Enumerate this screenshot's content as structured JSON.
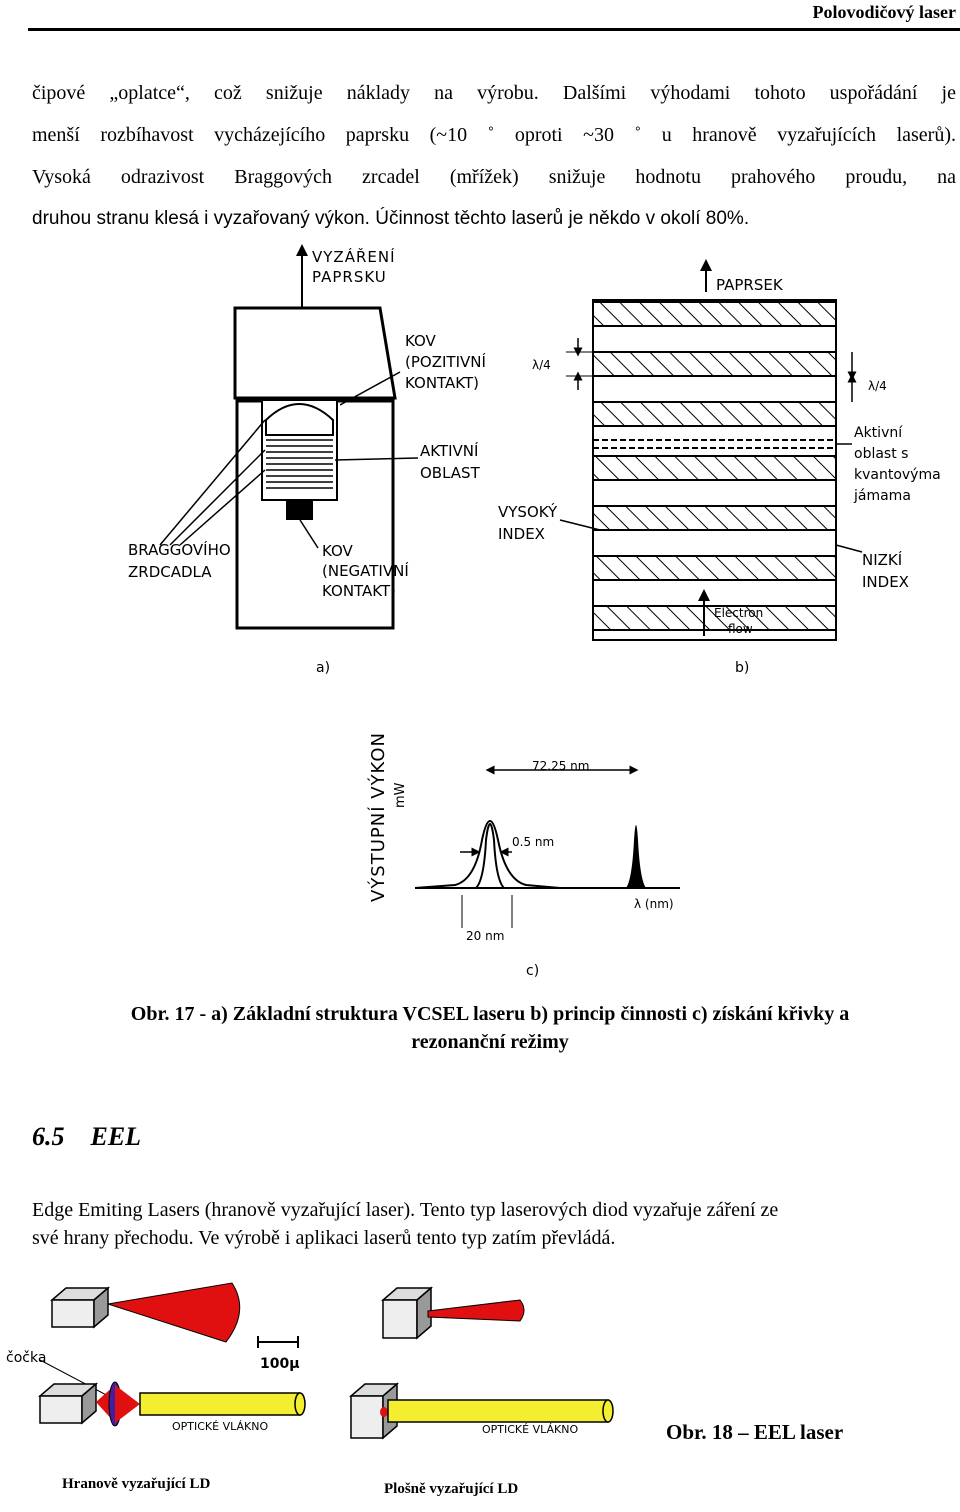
{
  "header": {
    "title": "Polovodičový laser"
  },
  "intro": {
    "lines": [
      "čipové „oplatce“, což snižuje náklady na výrobu. Dalšími výhodami tohoto uspořádání je",
      "menší rozbíhavost vycházejícího paprsku (~10 ˚ oproti ~30 ˚ u hranově vyzařujících laserů).",
      "Vysoká odrazivost Braggových zrcadel (mřížek) snižuje hodnotu prahového proudu, na",
      "druhou stranu klesá i vyzařovaný výkon. Účinnost těchto laserů je někdo v okolí 80%."
    ]
  },
  "fig17": {
    "a": {
      "beam_label_1": "VYZÁŘENÍ",
      "beam_label_2": "PAPRSKU",
      "metal_pos_1": "KOV",
      "metal_pos_2": "(POZITIVNÍ",
      "metal_pos_3": "KONTAKT)",
      "active_1": "AKTIVNÍ",
      "active_2": "OBLAST",
      "bragg_1": "BRAGGOVÍHO",
      "bragg_2": "ZRDCADLA",
      "metal_neg_1": "KOV",
      "metal_neg_2": "(NEGATIVNÍ",
      "metal_neg_3": "KONTAKT)",
      "panel": "a)"
    },
    "b": {
      "beam": "PAPRSEK",
      "lambda_left": "λ/4",
      "lambda_right": "λ/4",
      "active_1": "Aktivní",
      "active_2": "oblast s",
      "active_3": "kvantovýma",
      "active_4": "jámama",
      "high_1": "VYSOKÝ",
      "high_2": "INDEX",
      "low_1": "NIZKÍ",
      "low_2": "INDEX",
      "electron_1": "Electron",
      "electron_2": "flow",
      "panel": "b)"
    },
    "c": {
      "ylabel_1": "VÝSTUPNÍ VÝKON",
      "ylabel_2": "mW",
      "spacing": "72.25 nm",
      "width_narrow": "0.5 nm",
      "xlabel": "λ (nm)",
      "width_wide": "20 nm",
      "panel": "c)"
    },
    "caption_1": "Obr. 17 - a) Základní struktura VCSEL laseru b) princip činnosti c) získání křivky a",
    "caption_2": "rezonanční režimy"
  },
  "section": {
    "number": "6.5",
    "title": "EEL"
  },
  "eel": {
    "line1": "Edge Emiting Lasers (hranově vyzařující laser). Tento typ laserových diod vyzařuje záření ze",
    "line2": "své hrany přechodu. Ve výrobě i aplikaci laserů tento typ zatím převládá."
  },
  "fig18": {
    "lens": "čočka",
    "scale": "100μ",
    "fiber_left": "OPTICKÉ VLÁKNO",
    "fiber_right": "OPTICKÉ VLÁKNO",
    "edge_ld": "Hranově vyzařující LD",
    "surface_ld": "Plošně vyzařující LD",
    "caption": "Obr. 18 – EEL laser"
  }
}
